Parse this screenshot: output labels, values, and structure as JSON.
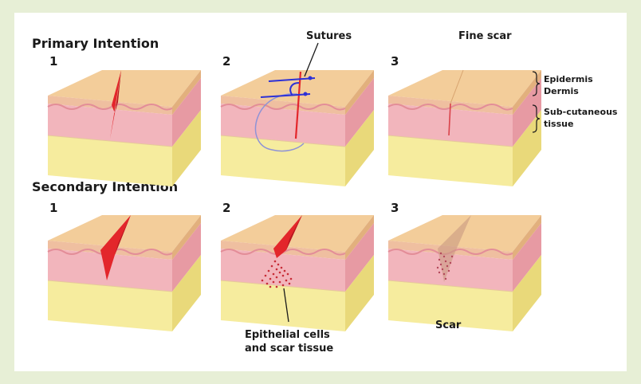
{
  "sections": {
    "primary_title": "Primary Intention",
    "secondary_title": "Secondary Intention"
  },
  "steps": {
    "p1": "1",
    "p2": "2",
    "p3": "3",
    "s1": "1",
    "s2": "2",
    "s3": "3"
  },
  "labels": {
    "sutures": "Sutures",
    "fine_scar": "Fine scar",
    "epidermis": "Epidermis",
    "dermis": "Dermis",
    "subcutaneous_1": "Sub-cutaneous",
    "subcutaneous_2": "tissue",
    "epithelial_1": "Epithelial cells",
    "epithelial_2": "and scar tissue",
    "scar": "Scar"
  },
  "colors": {
    "page_bg": "#e7efd6",
    "skin_top": "#f3cd9a",
    "skin_right": "#e2b07d",
    "dermis": "#f2b5bc",
    "dermis_side": "#e79aa3",
    "subcut": "#f6ec9e",
    "subcut_side": "#e9d97a",
    "wound": "#e3262b",
    "suture": "#2d31d6"
  }
}
